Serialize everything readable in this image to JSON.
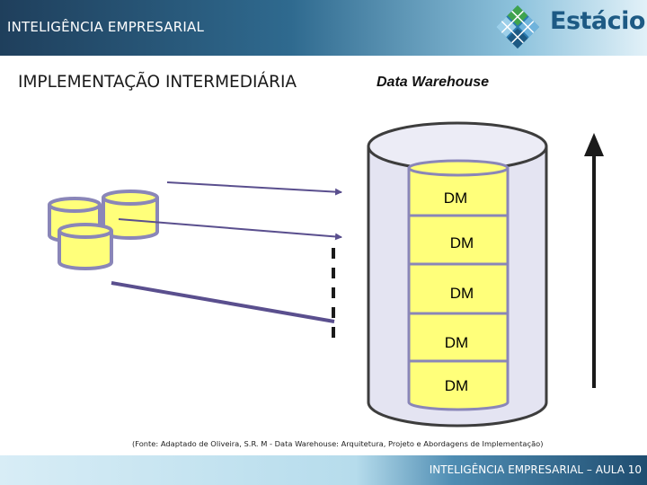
{
  "header": {
    "title": "INTELIGÊNCIA EMPRESARIAL",
    "logo_text": "Estácio"
  },
  "slide": {
    "title": "IMPLEMENTAÇÃO INTERMEDIÁRIA",
    "diagram_label": "Data Warehouse",
    "data_marts": [
      "DM",
      "DM",
      "DM",
      "DM",
      "DM"
    ],
    "caption": "(Fonte: Adaptado de Oliveira, S.R. M - Data Warehouse: Arquitetura, Projeto e Abordagens de Implementação)"
  },
  "footer": {
    "text": "INTELIGÊNCIA EMPRESARIAL – AULA 10"
  },
  "colors": {
    "cylinder_fill": "#ffff7a",
    "cylinder_stroke": "#8a86b8",
    "dw_fill": "#e4e4f2",
    "arrow": "#5a4f8e"
  }
}
